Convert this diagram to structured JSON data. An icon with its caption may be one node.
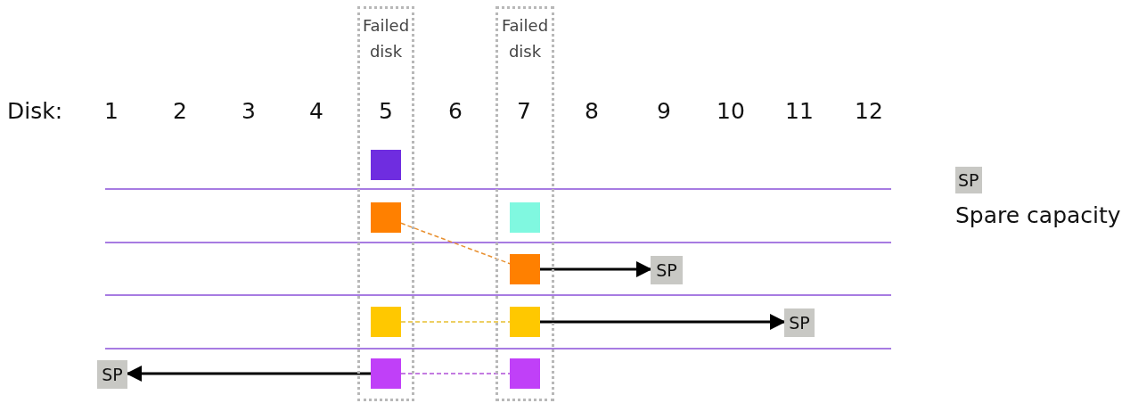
{
  "diagram": {
    "nodes": [
      {
        "text": [
          "Failed disk"
        ]
      },
      {
        "text": [
          "Failed disk"
        ]
      },
      {
        "text": [],
        "shape": "box",
        "in": 0
      },
      {
        "text": [],
        "shape": "box",
        "in": 0
      },
      {
        "text": [],
        "shape": "box",
        "in": 0
      },
      {
        "text": [],
        "shape": "box",
        "in": 0
      },
      {
        "text": [],
        "shape": "box",
        "in": 1
      },
      {
        "text": [],
        "shape": "box",
        "in": 1
      },
      {
        "text": [],
        "shape": "box",
        "in": 1
      },
      {
        "text": [],
        "shape": "box",
        "in": 1
      },
      {
        "text": [
          "SP"
        ]
      },
      {
        "text": [
          "SP"
        ]
      },
      {
        "text": [
          "SP"
        ]
      }
    ],
    "edges": [
      {
        "from": 3,
        "to": 7,
        "arrow": "none",
        "style": "dashed",
        "color": "#e89030"
      },
      {
        "from": 4,
        "to": 8,
        "arrow": "none",
        "style": "dashed",
        "color": "#e8c030"
      },
      {
        "from": 5,
        "to": 9,
        "arrow": "none",
        "style": "dashed",
        "color": "#b050d8"
      },
      {
        "from": 7,
        "to": 10,
        "arrow": "to"
      },
      {
        "from": 8,
        "to": 11,
        "arrow": "to"
      },
      {
        "from": 5,
        "to": 12,
        "arrow": "to"
      }
    ],
    "labels": [
      "Disk:",
      "1",
      "2",
      "3",
      "4",
      "5",
      "6",
      "7",
      "8",
      "9",
      "10",
      "11",
      "12",
      "SP",
      "Spare capacity"
    ]
  }
}
